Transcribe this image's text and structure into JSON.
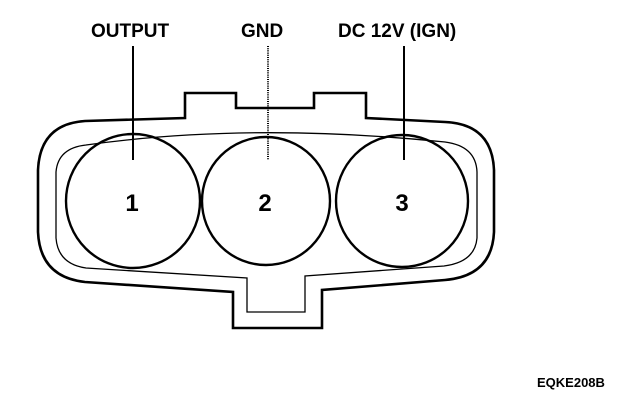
{
  "pins": [
    {
      "number": "1",
      "label": "OUTPUT"
    },
    {
      "number": "2",
      "label": "GND"
    },
    {
      "number": "3",
      "label": "DC 12V (IGN)"
    }
  ],
  "figure_code": "EQKE208B",
  "colors": {
    "ink": "#000000",
    "background": "#ffffff"
  }
}
